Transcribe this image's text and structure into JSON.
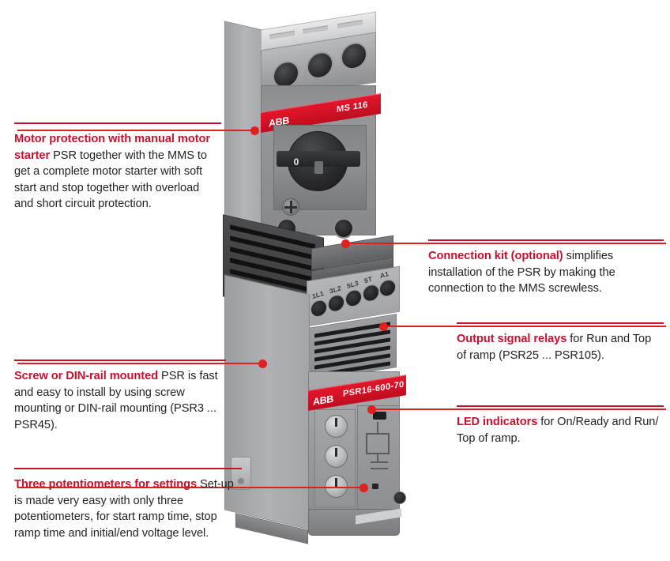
{
  "colors": {
    "accent_red": "#c8102e",
    "leader_red": "#e02020",
    "body_text": "#231f20"
  },
  "callouts": [
    {
      "id": "motor-protection",
      "side": "left",
      "lead": "Motor protection with manual motor starter",
      "body": " PSR together with the MMS to get a complete motor starter with soft start and stop together with overload and short circuit protection."
    },
    {
      "id": "screw-din",
      "side": "left",
      "lead": "Screw or DIN-rail mounted",
      "body": " PSR is fast and easy to install by using screw mounting or DIN-rail mounting (PSR3 ... PSR45)."
    },
    {
      "id": "potentiometers",
      "side": "left",
      "lead": "Three potentiometers for settings",
      "body": " Set-up is made very easy with only three potentiometers, for start ramp time, stop ramp time and initial/end voltage level."
    },
    {
      "id": "connection-kit",
      "side": "right",
      "lead": "Connection kit (optional)",
      "body": " simplifies installation of the PSR by making the connection to the MMS screwless."
    },
    {
      "id": "output-relays",
      "side": "right",
      "lead": "Output signal relays",
      "body": " for Run and Top of ramp (PSR25 ... PSR105)."
    },
    {
      "id": "led-indicators",
      "side": "right",
      "lead": "LED indicators",
      "body": " for On/Ready and Run/ Top of ramp."
    }
  ],
  "product": {
    "mms": {
      "brand": "ABB",
      "model": "MS 116",
      "knob_position_label": "0"
    },
    "psr": {
      "brand": "ABB",
      "model": "PSR16-600-70",
      "terminal_labels": [
        "1L1",
        "3L2",
        "5L3",
        "5T",
        "A1"
      ],
      "potentiometer_scale": "· · · ·"
    }
  }
}
